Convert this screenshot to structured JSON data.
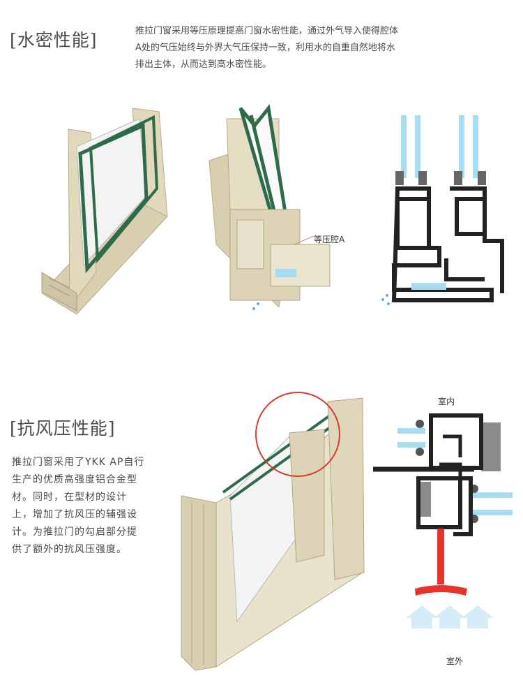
{
  "water": {
    "title": "[水密性能]",
    "lines": [
      "推拉门窗采用等压原理提高门窗水密性能，通过外气导入使得腔体",
      "A处的气压始终与外界大气压保持一致，利用水的自重自然地将水",
      "排出主体，从而达到高水密性能。"
    ],
    "label_chamber": "等压腔A"
  },
  "wind": {
    "title": "[抗风压性能]",
    "lines": [
      "推拉门窗采用了YKK AP自行",
      "生产的优质高强度铝合金型",
      "材。同时，在型材的设计",
      "上，增加了抗风压的辅强设",
      "计。为推拉门的勾启部分提",
      "供了额外的抗风压强度。"
    ],
    "label_indoor": "室内",
    "label_outdoor": "室外"
  },
  "colors": {
    "frame": "#d9cfb0",
    "frame_dark": "#b8ad8c",
    "glass": "#2e6b4a",
    "water": "#a8dcf0",
    "force": "#e8322a",
    "highlight": "#d63a2e"
  }
}
